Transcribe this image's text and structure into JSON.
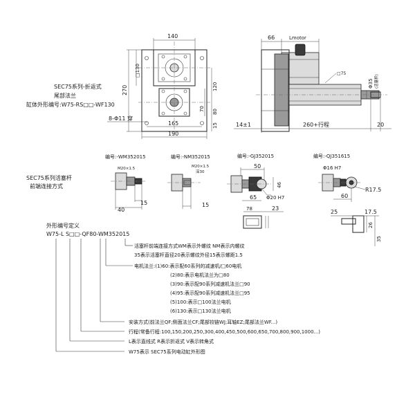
{
  "top": {
    "series_title_1": "SEC75系列-折返式",
    "series_title_2": "尾部法兰",
    "series_title_3": "缸体外形编号:W75-RS□□-WF130",
    "dims_front": {
      "d140": "140",
      "d130": "□130",
      "d270": "270",
      "d120": "120",
      "d80": "80",
      "d70": "70",
      "d165": "165",
      "d190": "190",
      "d15": "15",
      "holes": "8-Φ11 穿"
    },
    "dims_side": {
      "d66": "66",
      "lmotor": "Lmotor",
      "d75": "□75",
      "d35": "Φ35",
      "d_rod": "(活塞杆)",
      "d14": "14±1",
      "stroke": "260+行程",
      "d20": "20"
    }
  },
  "mid": {
    "series_title_1": "SEC75系列活塞杆",
    "series_title_2": "前端连接方式",
    "items": [
      {
        "code": "编号:-WM352015",
        "thread": "M20×1.5",
        "d40": "40",
        "d15": "15"
      },
      {
        "code": "编号:-NM352015",
        "thread": "M20×1.5",
        "depth": "深30",
        "d15": "15"
      },
      {
        "code": "编号:-GJ352015",
        "d50": "50",
        "d46": "46",
        "d65": "65",
        "pin": "Φ20 H7",
        "d78": "78",
        "d23": "23"
      },
      {
        "code": "编号:-QJ351615",
        "pin": "Φ16 H7",
        "d60": "60",
        "r": "R17.5",
        "d25": "25",
        "d175": "17.5",
        "d26": "26",
        "d35": "35"
      }
    ]
  },
  "def": {
    "title": "外形编号定义",
    "code": "W75-L S□□-QF80-WM352015",
    "lines": [
      "活塞杆前端连接方式WM表示外螺纹 NM表示内螺纹",
      "35表示活塞杆直径20表示螺纹外径15表示螺距1.5",
      "电机法兰:(1)60:表示配60系列的减速机/□60电机",
      "(2)80:表示电机法兰为□80",
      "(3)90:表示配90系列减速机法兰□90",
      "(4)95:表示配90系列减速机法兰□95",
      "(5)100:表示□100法兰电机",
      "(6)130:表示□130法兰电机",
      "安装方式(前法兰QF;侧面法兰CF;尾部铰链WJ;耳轴EZ;尾部法兰WF...)",
      "行程(常备行程:100,150,200,250,300,400,450,500,600,650,700,800,900,1000...)",
      "L表示直线式 R表示折返式 V表示转角式",
      "W75表示 SEC75系列电动缸外形图"
    ]
  }
}
